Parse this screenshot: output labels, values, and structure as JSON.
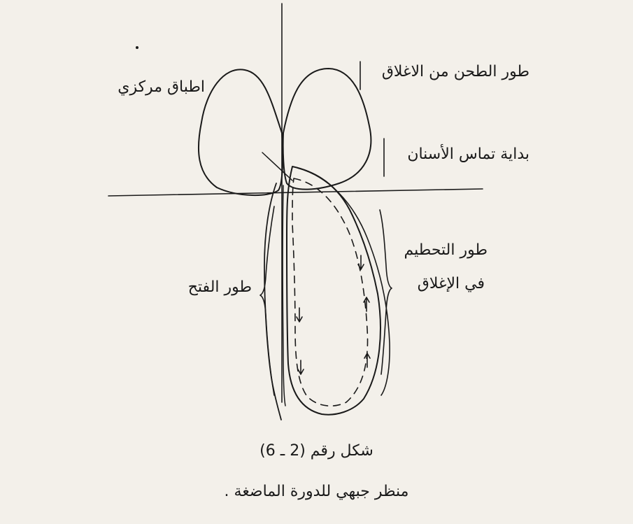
{
  "labels": {
    "grinding_phase": "طور الطحن من الاغلاق",
    "centric_occlusion": "اطباق مركزي",
    "tooth_contact_start": "بداية تماس الأسنان",
    "crushing_phase_line1": "طور التحطيم",
    "crushing_phase_line2": "في الإغلاق",
    "opening_phase": "طور الفتح"
  },
  "caption": {
    "figure_number": "شكل رقم (2 ـ 6)",
    "title": "منظر جبهي للدورة الماضغة ."
  }
}
